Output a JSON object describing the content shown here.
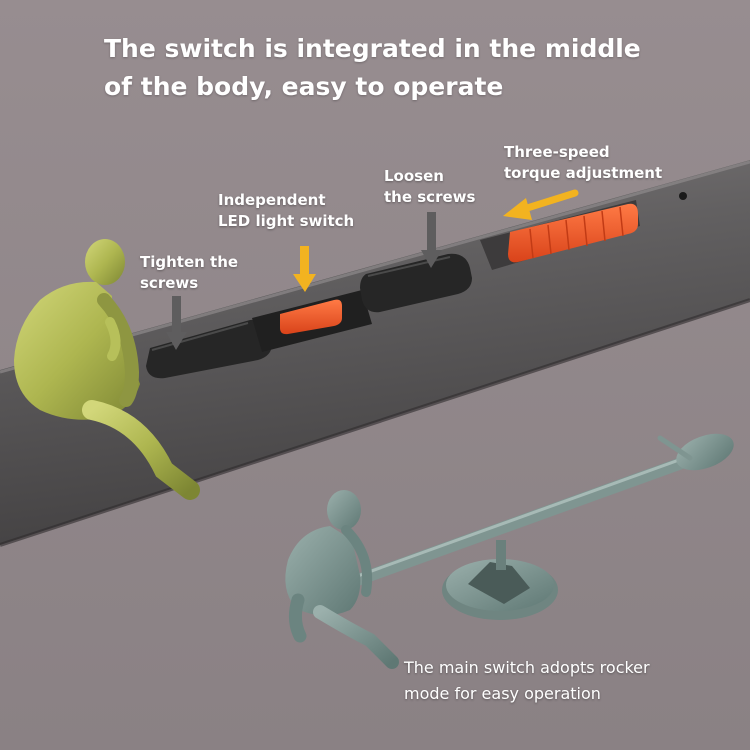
{
  "headline": {
    "line1": "The switch is integrated in the middle",
    "line2": "of the body, easy to operate"
  },
  "callouts": {
    "tighten": {
      "line1": "Tighten the",
      "line2": "screws"
    },
    "led": {
      "line1": "Independent",
      "line2": "LED light switch"
    },
    "loosen": {
      "line1": "Loosen",
      "line2": "the screws"
    },
    "torque": {
      "line1": "Three-speed",
      "line2": "torque adjustment"
    }
  },
  "caption": {
    "line1": "The main switch adopts rocker",
    "line2": "mode for easy operation"
  },
  "colors": {
    "background": "#8f8588",
    "body": "#5d5a5b",
    "button": "#2a2a2a",
    "accent_orange": "#f05a28",
    "arrow_yellow": "#f2b320",
    "figure_gold": "#b7c05a",
    "figure_teal": "#7c9490",
    "text": "#ffffff"
  },
  "icons": [
    "down-arrow-icon",
    "left-arrow-icon"
  ]
}
